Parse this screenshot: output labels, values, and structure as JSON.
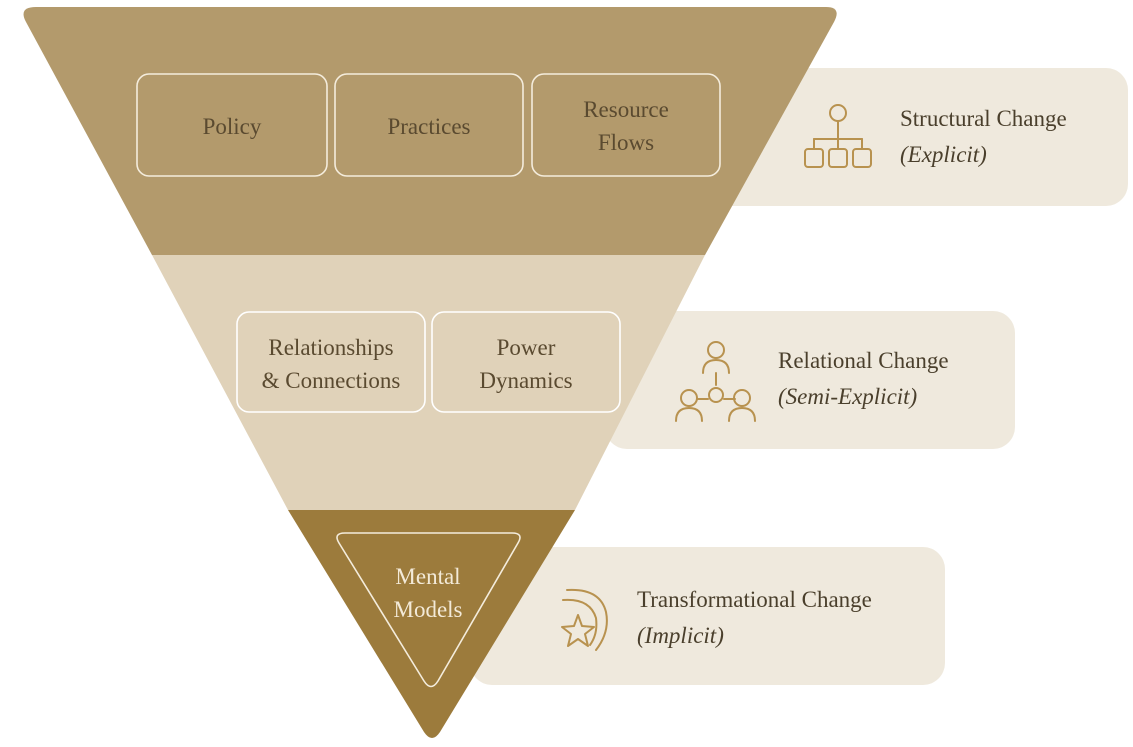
{
  "layers": [
    {
      "id": "structural",
      "boxes": [
        {
          "lines": [
            "Policy"
          ]
        },
        {
          "lines": [
            "Practices"
          ]
        },
        {
          "lines": [
            "Resource",
            "Flows"
          ]
        }
      ],
      "panel": {
        "title": "Structural Change",
        "subtitle": "(Explicit)",
        "icon": "org-chart-icon"
      }
    },
    {
      "id": "relational",
      "boxes": [
        {
          "lines": [
            "Relationships",
            "& Connections"
          ]
        },
        {
          "lines": [
            "Power",
            "Dynamics"
          ]
        }
      ],
      "panel": {
        "title": "Relational Change",
        "subtitle": "(Semi-Explicit)",
        "icon": "people-network-icon"
      }
    },
    {
      "id": "transformational",
      "boxes": [
        {
          "lines": [
            "Mental",
            "Models"
          ]
        }
      ],
      "panel": {
        "title": "Transformational Change",
        "subtitle": "(Implicit)",
        "icon": "shooting-star-icon"
      }
    }
  ],
  "colors": {
    "top_band": "#b39a6c",
    "middle_band": "#e0d2b9",
    "bottom_band": "#9c7b3c",
    "panel": "#efe9dd",
    "icon": "#b8924f",
    "box_border": "#f4ecdc"
  }
}
